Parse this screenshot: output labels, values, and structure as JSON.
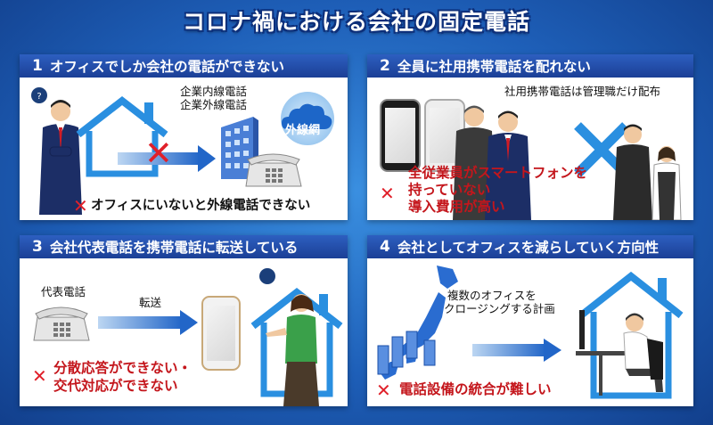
{
  "title": "コロナ禍における会社の固定電話",
  "panels": [
    {
      "num": "1",
      "heading": "オフィスでしか会社の電話ができない",
      "labels": [
        "企業内線電話",
        "企業外線電話"
      ],
      "cloud_label": "外線網",
      "problem": "オフィスにいないと外線電話できない"
    },
    {
      "num": "2",
      "heading": "全員に社用携帯電話を配れない",
      "label": "社用携帯電話は管理職だけ配布",
      "problem_lines": [
        "全従業員がスマートフォンを",
        "持っていない",
        "導入費用が高い"
      ]
    },
    {
      "num": "3",
      "heading": "会社代表電話を携帯電話に転送している",
      "phone_label": "代表電話",
      "arrow_label": "転送",
      "problem_lines": [
        "分散応答ができない・",
        "交代対応ができない"
      ]
    },
    {
      "num": "4",
      "heading": "会社としてオフィスを減らしていく方向性",
      "plan_lines": [
        "複数のオフィスを",
        "クロージングする計画"
      ],
      "problem": "電話設備の統合が難しい"
    }
  ],
  "colors": {
    "accent": "#1b3f96",
    "warning": "#e0202a",
    "house": "#2a8fe0"
  }
}
